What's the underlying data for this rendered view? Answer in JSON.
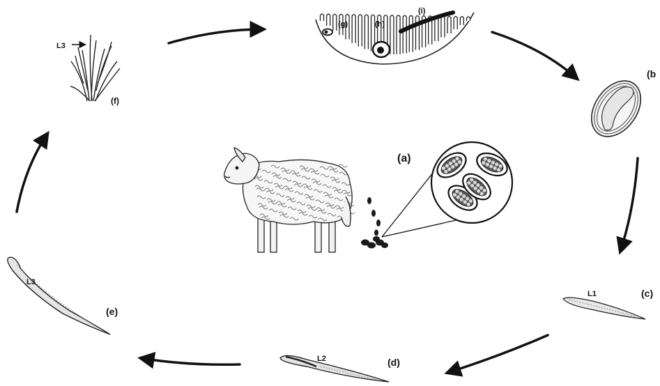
{
  "labels": {
    "a": "(a)",
    "b": "(b",
    "c": "(c)",
    "d": "(d)",
    "e": "(e)",
    "f": "(f)",
    "g": "(g)",
    "h": "(h)",
    "i": "(i)"
  },
  "larva_labels": {
    "l1": "L1",
    "l2": "L2",
    "l3": "L3",
    "l3_grass": "L3"
  }
}
